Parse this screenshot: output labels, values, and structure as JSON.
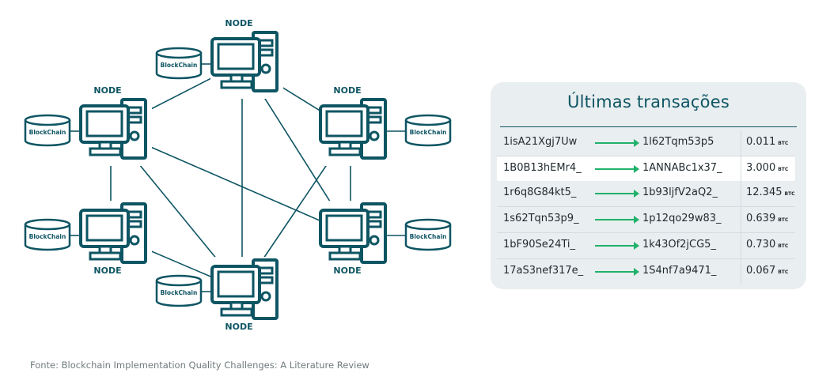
{
  "network": {
    "node_label": "NODE",
    "db_label": "BlockChain",
    "colors": {
      "stroke": "#0e5563",
      "accent": "#1fb26b"
    },
    "nodes": [
      {
        "id": "top",
        "label": "NODE",
        "db": "BlockChain"
      },
      {
        "id": "left-top",
        "label": "NODE",
        "db": "BlockChain"
      },
      {
        "id": "right-top",
        "label": "NODE",
        "db": "BlockChain"
      },
      {
        "id": "left-bottom",
        "label": "NODE",
        "db": "BlockChain"
      },
      {
        "id": "right-bottom",
        "label": "NODE",
        "db": "BlockChain"
      },
      {
        "id": "bottom",
        "label": "NODE",
        "db": "BlockChain"
      }
    ],
    "edges": [
      [
        "top",
        "left-top"
      ],
      [
        "top",
        "right-top"
      ],
      [
        "top",
        "bottom"
      ],
      [
        "top",
        "right-bottom"
      ],
      [
        "left-top",
        "left-bottom"
      ],
      [
        "left-top",
        "right-bottom"
      ],
      [
        "left-top",
        "bottom"
      ],
      [
        "right-top",
        "right-bottom"
      ],
      [
        "right-top",
        "bottom"
      ],
      [
        "left-bottom",
        "bottom"
      ]
    ]
  },
  "panel": {
    "title": "Últimas transações",
    "unit": "BTC",
    "transactions": [
      {
        "from": "1isA21Xgj7Uw",
        "to": "1l62Tqm53p5",
        "amount": "0.011",
        "highlighted": false
      },
      {
        "from": "1B0B13hEMr4_",
        "to": "1ANNABc1x37_",
        "amount": "3.000",
        "highlighted": true
      },
      {
        "from": "1r6q8G84kt5_",
        "to": "1b93ljfV2aQ2_",
        "amount": "12.345",
        "highlighted": false
      },
      {
        "from": "1s62Tqn53p9_",
        "to": "1p12qo29w83_",
        "amount": "0.639",
        "highlighted": false
      },
      {
        "from": "1bF90Se24Ti_",
        "to": "1k43Of2jCG5_",
        "amount": "0.730",
        "highlighted": false
      },
      {
        "from": "17aS3nef317e_",
        "to": "1S4nf7a9471_",
        "amount": "0.067",
        "highlighted": false
      }
    ]
  },
  "source": "Fonte: Blockchain Implementation Quality Challenges: A Literature Review"
}
